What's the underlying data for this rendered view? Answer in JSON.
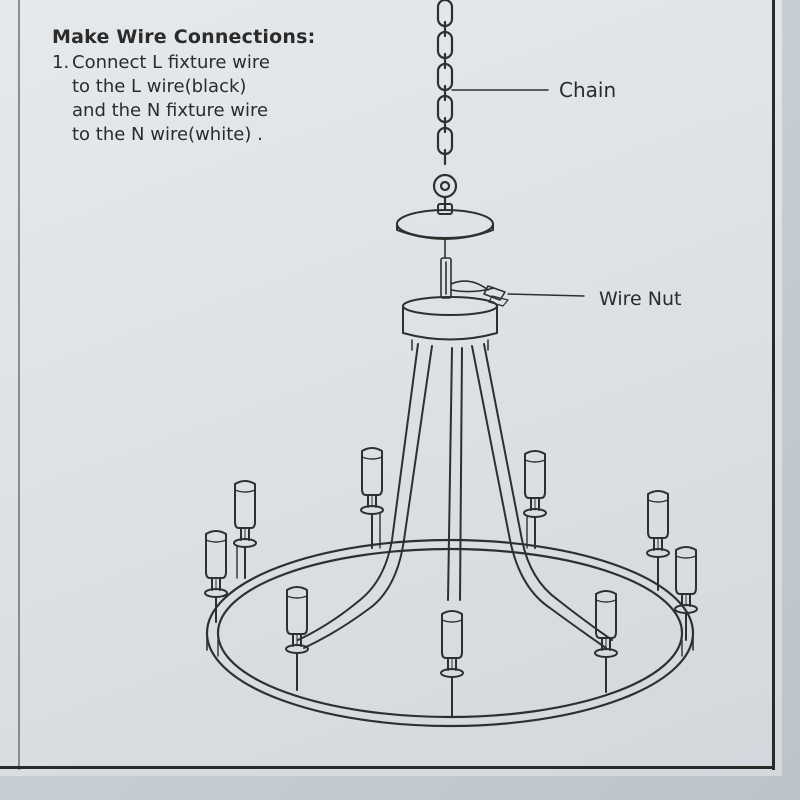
{
  "instructions": {
    "heading": "Make Wire Connections:",
    "steps": [
      {
        "number": "1.",
        "lines": [
          "Connect  L  fixture wire",
          "to the L wire(black)",
          "and the N fixture wire",
          "to the N wire(white) ."
        ]
      }
    ]
  },
  "callouts": {
    "chain": "Chain",
    "wire_nut": "Wire Nut"
  },
  "colors": {
    "ink": "#2b2b2b",
    "paper": "#e2e5e8"
  }
}
